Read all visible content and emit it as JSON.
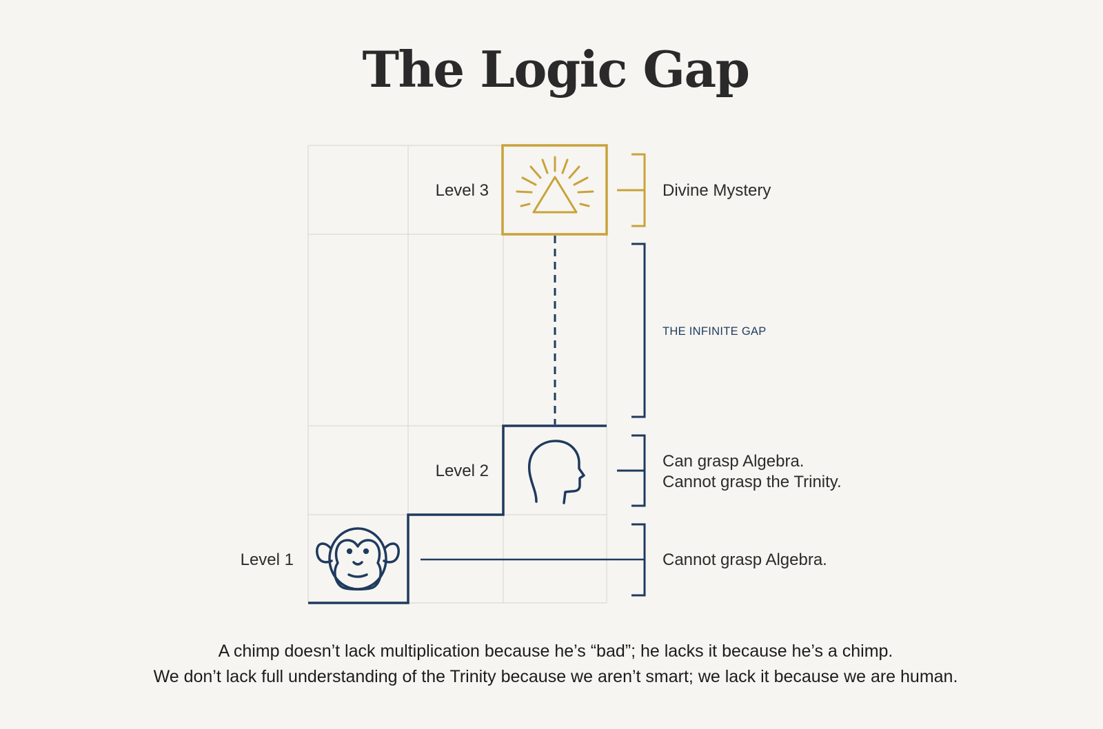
{
  "title": "The Logic Gap",
  "levels": {
    "level1": "Level 1",
    "level2": "Level 2",
    "level3": "Level 3"
  },
  "annotations": {
    "divine": "Divine Mystery",
    "gap": "THE INFINITE GAP",
    "level2_line1": "Can grasp Algebra.",
    "level2_line2": "Cannot grasp the Trinity.",
    "level1": "Cannot grasp Algebra."
  },
  "icons": {
    "level1": "chimp-face-icon",
    "level2": "human-head-icon",
    "level3": "radiant-triangle-icon"
  },
  "caption": {
    "line1": "A chimp doesn’t lack multiplication because he’s “bad”; he lacks it because he’s a chimp.",
    "line2": "We don’t lack full understanding of the Trinity because we aren’t smart; we lack it because we are human."
  },
  "colors": {
    "navy": "#1f3a5f",
    "gold": "#c9a23a",
    "grid": "#dcdbd6",
    "background": "#f6f5f1"
  }
}
